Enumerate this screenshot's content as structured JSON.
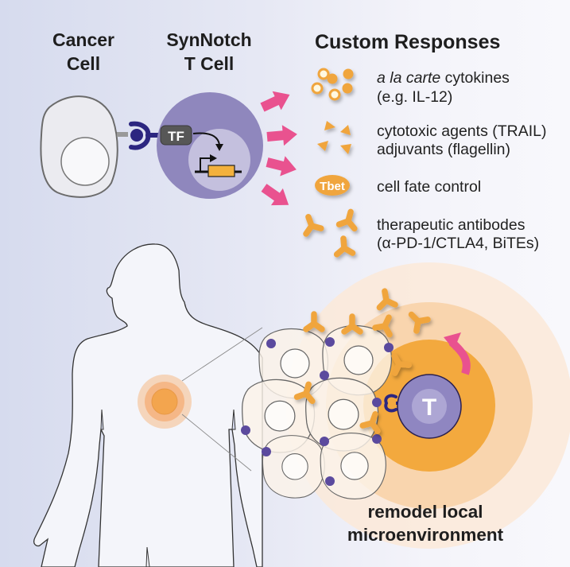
{
  "headers": {
    "cancer_cell": [
      "Cancer",
      "Cell"
    ],
    "synnotch_t_cell": [
      "SynNotch",
      "T Cell"
    ],
    "custom_responses": "Custom Responses"
  },
  "tcell": {
    "tf_label": "TF"
  },
  "responses": [
    {
      "icon": "cytokine-dots-icon",
      "italic": "a la carte",
      "line1_rest": " cytokines",
      "line2": "(e.g. IL-12)"
    },
    {
      "icon": "triangle-agents-icon",
      "line1": "cytotoxic agents (TRAIL)",
      "line2": "adjuvants (flagellin)"
    },
    {
      "icon": "tbet-pill-icon",
      "pill_label": "Tbet",
      "line1": "cell fate control"
    },
    {
      "icon": "antibody-icon",
      "line1": "therapeutic antibodes",
      "line2": "(α-PD-1/CTLA4, BiTEs)"
    }
  ],
  "micro": {
    "t_label": "T",
    "caption": [
      "remodel local",
      "microenvironment"
    ]
  },
  "colors": {
    "bg_left": "#d9deef",
    "bg_right": "#f6f6fb",
    "pink_arrow": "#e9528f",
    "orange": "#f3a73b",
    "receptor_navy": "#2c2680",
    "tcell_purple": "#8f86bd",
    "tf_box": "#555555",
    "antigen_dot": "#5b4a9e"
  }
}
